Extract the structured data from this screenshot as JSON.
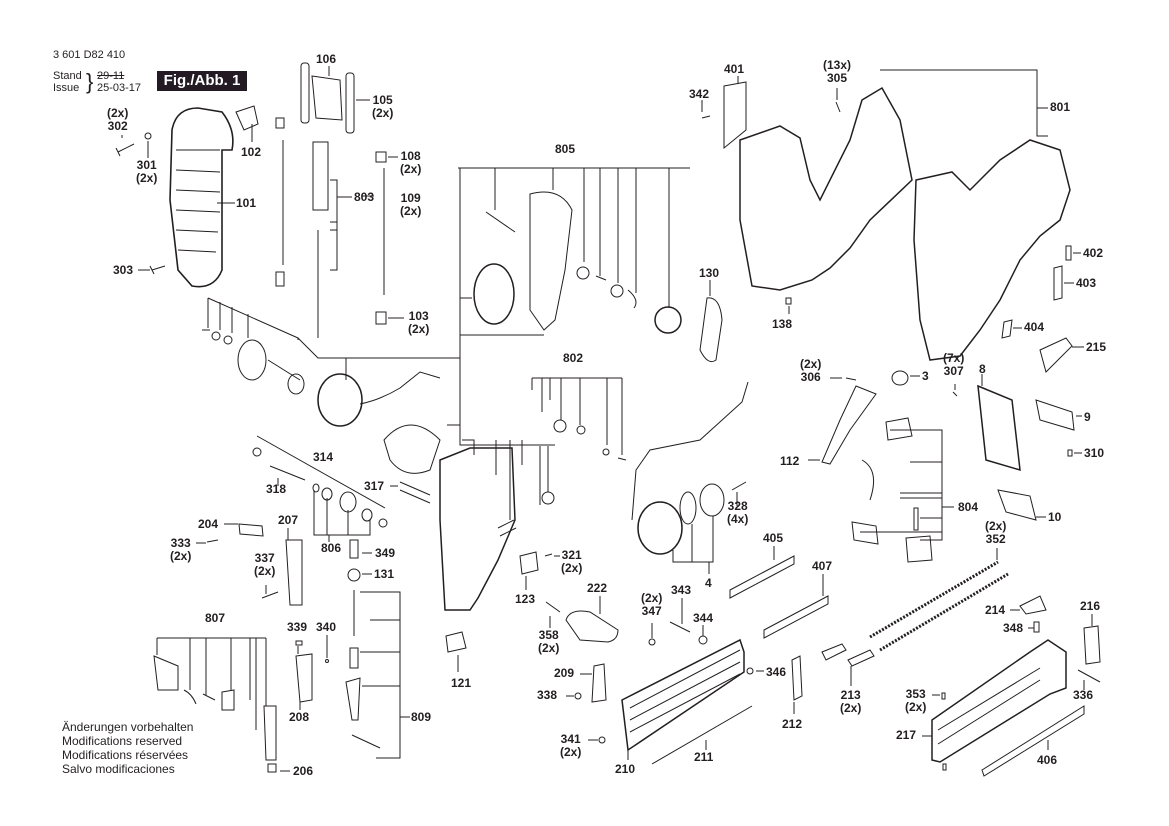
{
  "header": {
    "part_number": "3 601 D82 410",
    "stand_label": "Stand",
    "issue_label": "Issue",
    "old_date_struck": "29-11",
    "issue_date": "25-03-17",
    "figure_badge": "Fig./Abb. 1"
  },
  "notes": [
    "Änderungen vorbehalten",
    "Modifications reserved",
    "Modifications réservées",
    "Salvo modificaciones"
  ],
  "colors": {
    "ink": "#231f20",
    "badge_bg": "#231a24",
    "badge_text": "#ffffff",
    "background": "#ffffff"
  },
  "labels": [
    {
      "id": "106",
      "text": "106"
    },
    {
      "id": "105",
      "text": "105\n(2x)"
    },
    {
      "id": "302",
      "text": "(2x)\n302"
    },
    {
      "id": "102",
      "text": "102"
    },
    {
      "id": "301",
      "text": "301\n(2x)"
    },
    {
      "id": "108",
      "text": "108\n(2x)"
    },
    {
      "id": "803",
      "text": "803"
    },
    {
      "id": "109",
      "text": "109\n(2x)"
    },
    {
      "id": "101",
      "text": "101"
    },
    {
      "id": "303",
      "text": "303"
    },
    {
      "id": "103",
      "text": "103\n(2x)"
    },
    {
      "id": "805",
      "text": "805"
    },
    {
      "id": "130",
      "text": "130"
    },
    {
      "id": "401",
      "text": "401"
    },
    {
      "id": "342",
      "text": "342"
    },
    {
      "id": "305",
      "text": "(13x)\n305"
    },
    {
      "id": "801",
      "text": "801"
    },
    {
      "id": "138",
      "text": "138"
    },
    {
      "id": "402",
      "text": "402"
    },
    {
      "id": "403",
      "text": "403"
    },
    {
      "id": "404",
      "text": "404"
    },
    {
      "id": "215",
      "text": "215"
    },
    {
      "id": "802",
      "text": "802"
    },
    {
      "id": "306",
      "text": "(2x)\n306"
    },
    {
      "id": "3",
      "text": "3"
    },
    {
      "id": "307",
      "text": "(7x)\n307"
    },
    {
      "id": "8",
      "text": "8"
    },
    {
      "id": "9",
      "text": "9"
    },
    {
      "id": "310",
      "text": "310"
    },
    {
      "id": "112",
      "text": "112"
    },
    {
      "id": "804",
      "text": "804"
    },
    {
      "id": "10",
      "text": "10"
    },
    {
      "id": "352",
      "text": "(2x)\n352"
    },
    {
      "id": "314",
      "text": "314"
    },
    {
      "id": "318",
      "text": "318"
    },
    {
      "id": "317",
      "text": "317"
    },
    {
      "id": "328",
      "text": "328\n(4x)"
    },
    {
      "id": "204",
      "text": "204"
    },
    {
      "id": "207",
      "text": "207"
    },
    {
      "id": "333",
      "text": "333\n(2x)"
    },
    {
      "id": "806",
      "text": "806"
    },
    {
      "id": "349",
      "text": "349"
    },
    {
      "id": "337",
      "text": "337\n(2x)"
    },
    {
      "id": "131",
      "text": "131"
    },
    {
      "id": "321",
      "text": "321\n(2x)"
    },
    {
      "id": "4",
      "text": "4"
    },
    {
      "id": "405",
      "text": "405"
    },
    {
      "id": "407",
      "text": "407"
    },
    {
      "id": "123",
      "text": "123"
    },
    {
      "id": "222",
      "text": "222"
    },
    {
      "id": "343",
      "text": "343"
    },
    {
      "id": "347",
      "text": "(2x)\n347"
    },
    {
      "id": "344",
      "text": "344"
    },
    {
      "id": "214",
      "text": "214"
    },
    {
      "id": "216",
      "text": "216"
    },
    {
      "id": "348",
      "text": "348"
    },
    {
      "id": "807",
      "text": "807"
    },
    {
      "id": "339",
      "text": "339"
    },
    {
      "id": "340",
      "text": "340"
    },
    {
      "id": "358",
      "text": "358\n(2x)"
    },
    {
      "id": "121",
      "text": "121"
    },
    {
      "id": "209",
      "text": "209"
    },
    {
      "id": "338",
      "text": "338"
    },
    {
      "id": "346",
      "text": "346"
    },
    {
      "id": "213",
      "text": "213\n(2x)"
    },
    {
      "id": "336",
      "text": "336"
    },
    {
      "id": "353",
      "text": "353\n(2x)"
    },
    {
      "id": "208",
      "text": "208"
    },
    {
      "id": "809",
      "text": "809"
    },
    {
      "id": "212",
      "text": "212"
    },
    {
      "id": "341",
      "text": "341\n(2x)"
    },
    {
      "id": "217",
      "text": "217"
    },
    {
      "id": "210",
      "text": "210"
    },
    {
      "id": "211",
      "text": "211"
    },
    {
      "id": "206",
      "text": "206"
    },
    {
      "id": "406",
      "text": "406"
    }
  ]
}
